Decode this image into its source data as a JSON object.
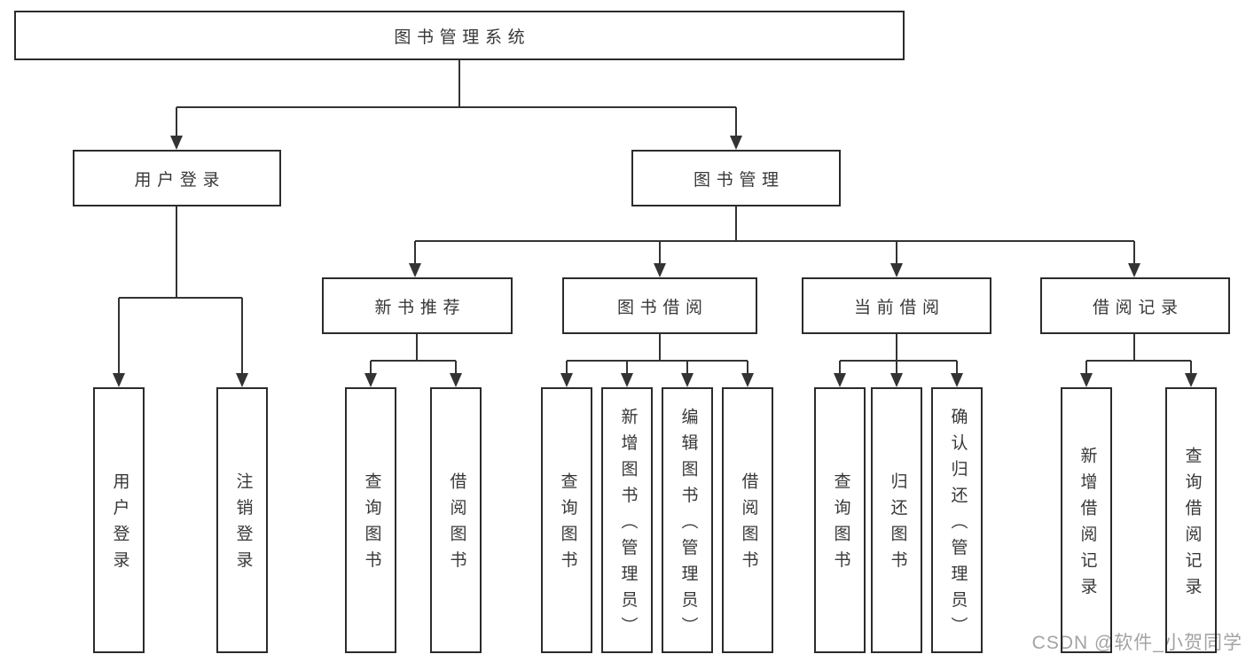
{
  "diagram": {
    "root": {
      "label": "图书管理系统"
    },
    "branches": [
      {
        "label": "用户登录",
        "children": [
          {
            "label": "用户登录"
          },
          {
            "label": "注销登录"
          }
        ]
      },
      {
        "label": "图书管理",
        "children": [
          {
            "label": "新书推荐",
            "children": [
              {
                "label": "查询图书"
              },
              {
                "label": "借阅图书"
              }
            ]
          },
          {
            "label": "图书借阅",
            "children": [
              {
                "label": "查询图书"
              },
              {
                "label": "新增图书（管理员）"
              },
              {
                "label": "编辑图书（管理员）"
              },
              {
                "label": "借阅图书"
              }
            ]
          },
          {
            "label": "当前借阅",
            "children": [
              {
                "label": "查询图书"
              },
              {
                "label": "归还图书"
              },
              {
                "label": "确认归还（管理员）"
              }
            ]
          },
          {
            "label": "借阅记录",
            "children": [
              {
                "label": "新增借阅记录"
              },
              {
                "label": "查询借阅记录"
              }
            ]
          }
        ]
      }
    ]
  },
  "watermark": {
    "text": "CSDN @软件_小贺同学"
  },
  "colors": {
    "line": "#333333",
    "box_border": "#2b2b2b",
    "text": "#383838",
    "watermark": "#a3a3a3",
    "background": "#ffffff"
  }
}
